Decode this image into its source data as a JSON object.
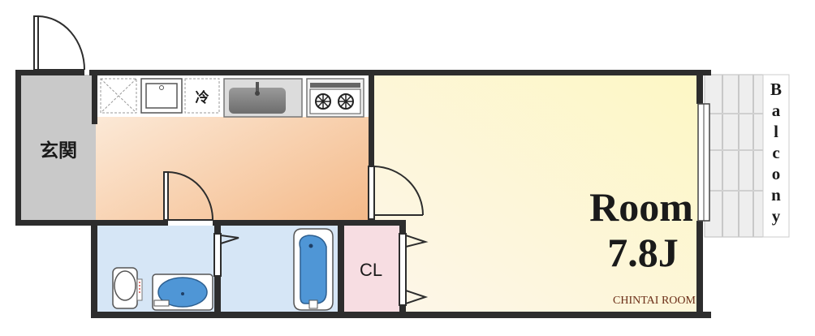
{
  "floorplan": {
    "entrance_label": "玄関",
    "fridge_label": "冷",
    "room_name": "Room",
    "room_size": "7.8J",
    "closet_label": "CL",
    "balcony_letters": [
      "B",
      "a",
      "l",
      "c",
      "o",
      "n",
      "y"
    ],
    "brand_logo": "CHINTAI ROOM"
  },
  "colors": {
    "wall": "#2d2d2d",
    "entrance_floor": "#c9c9c9",
    "kitchen_floor_light": "#fdf1e4",
    "kitchen_floor_dark": "#f4b988",
    "bath_floor": "#d6e6f6",
    "closet_floor": "#f7dde2",
    "room_floor_light": "#fdf6e3",
    "room_floor_dark": "#fdf9c6",
    "balcony": "#f0f0f0",
    "fixture_blue": "#4f96d6"
  }
}
